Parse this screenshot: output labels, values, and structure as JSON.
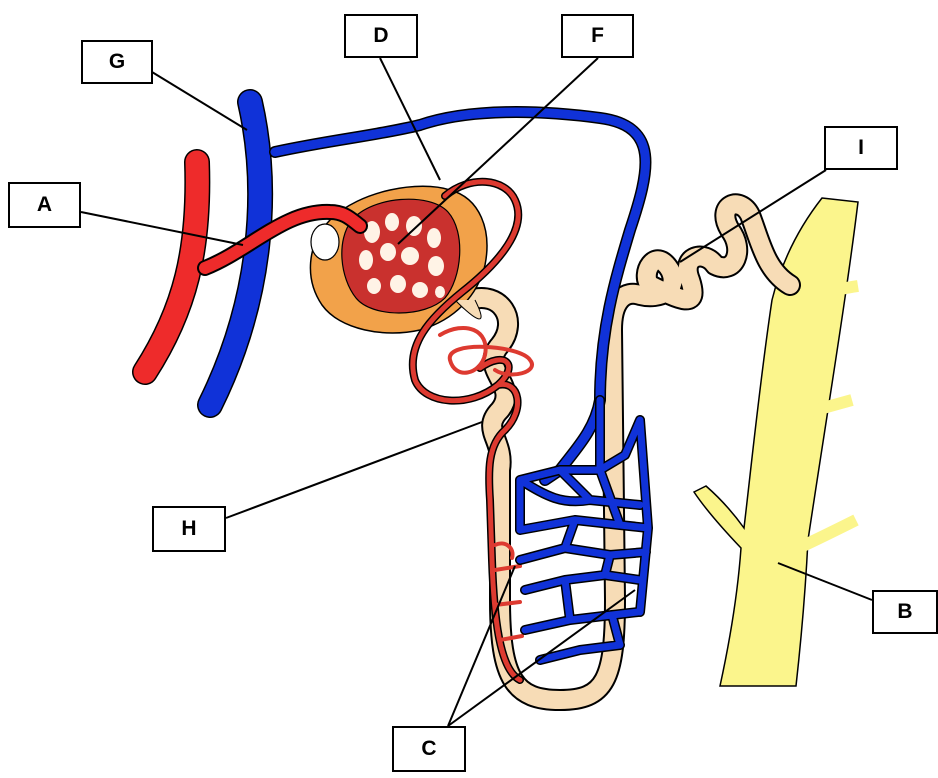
{
  "labels": {
    "a": "A",
    "b": "B",
    "c": "C",
    "d": "D",
    "f": "F",
    "g": "G",
    "h": "H",
    "i": "I"
  },
  "colors": {
    "artery": "#ee2b2b",
    "vein": "#1032d8",
    "capsule": "#f2a24a",
    "tubule": "#f7dcb6",
    "collecting_duct": "#fbf58c",
    "outline": "#000000"
  }
}
